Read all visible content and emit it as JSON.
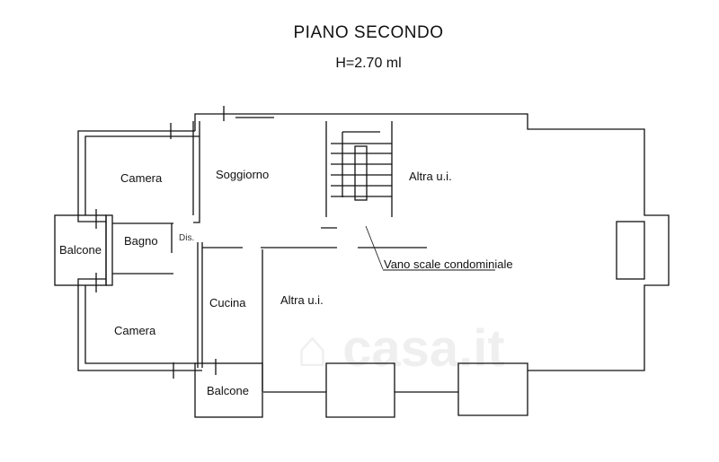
{
  "header": {
    "title": "PIANO SECONDO",
    "height": "H=2.70 ml"
  },
  "rooms": {
    "camera_top": "Camera",
    "soggiorno": "Soggiorno",
    "altra_top": "Altra u.i.",
    "balcone_left": "Balcone",
    "bagno": "Bagno",
    "dis": "Dis.",
    "cucina": "Cucina",
    "altra_bottom": "Altra u.i.",
    "camera_bottom": "Camera",
    "balcone_bottom": "Balcone",
    "vano_scale": "Vano scale condominiale"
  },
  "watermark": "casa.it",
  "colors": {
    "wall": "#111111",
    "background": "#ffffff"
  }
}
